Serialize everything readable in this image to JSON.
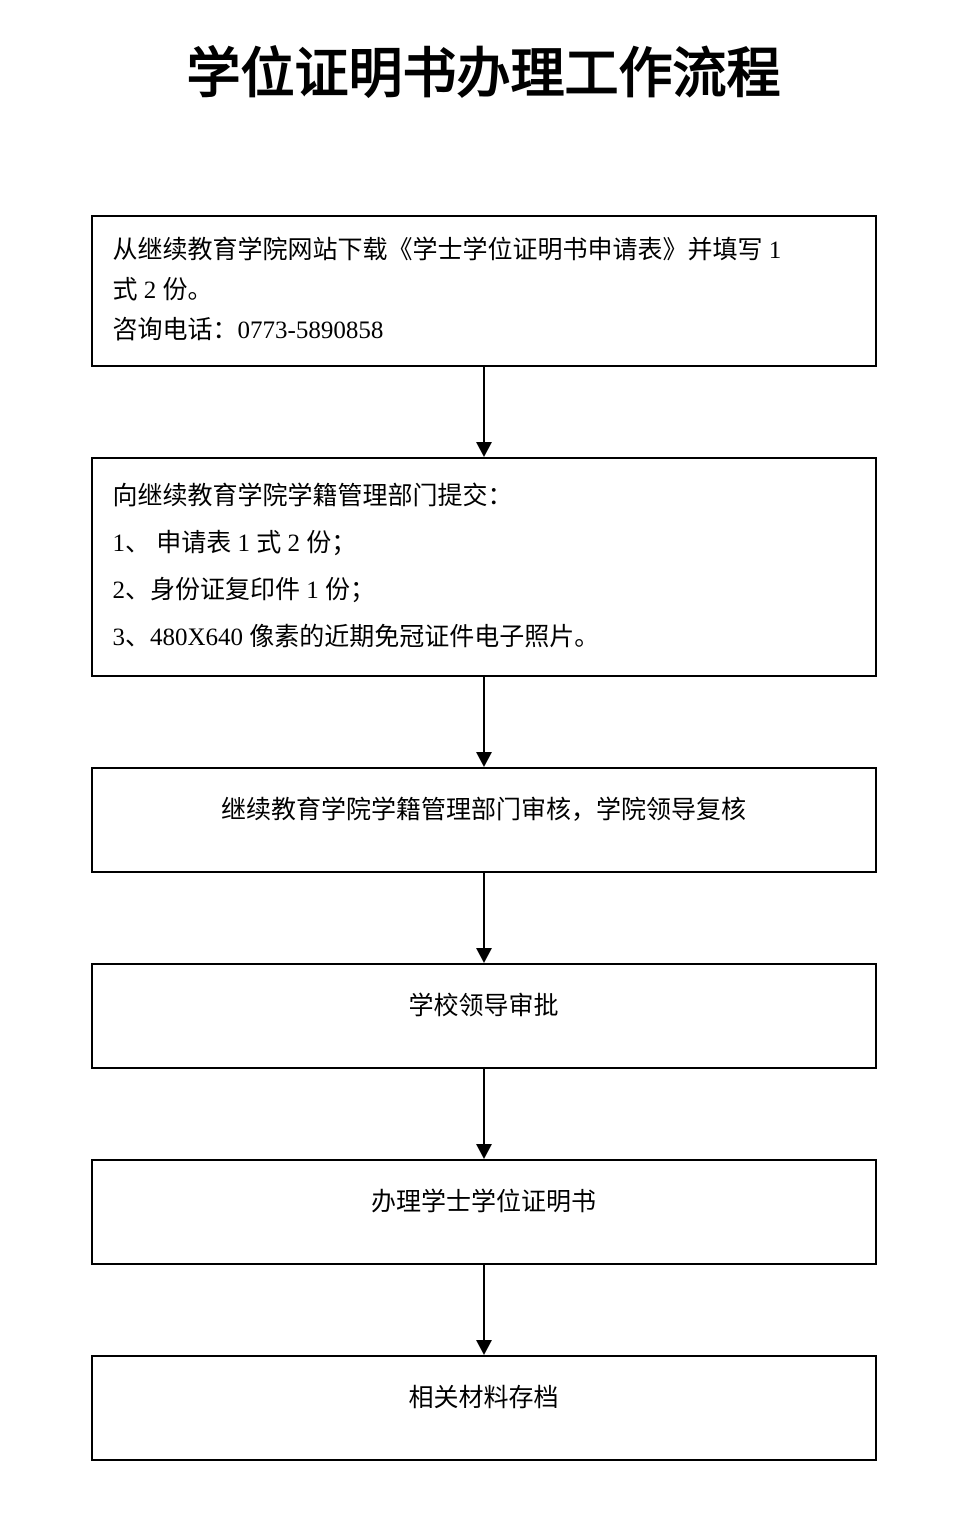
{
  "title": "学位证明书办理工作流程",
  "colors": {
    "background": "#ffffff",
    "border": "#000000",
    "text": "#000000"
  },
  "steps": [
    {
      "name": "download-form",
      "align": "left",
      "lines": [
        "从继续教育学院网站下载《学士学位证明书申请表》并填写 1",
        "式 2 份。",
        "咨询电话：0773-5890858"
      ]
    },
    {
      "name": "submit-materials",
      "align": "left",
      "lines": [
        "向继续教育学院学籍管理部门提交：",
        "1、 申请表 1 式 2 份；",
        "2、身份证复印件 1 份；",
        "3、480X640 像素的近期免冠证件电子照片。"
      ]
    },
    {
      "name": "department-review",
      "align": "center",
      "lines": [
        "继续教育学院学籍管理部门审核，学院领导复核"
      ]
    },
    {
      "name": "school-approval",
      "align": "center",
      "lines": [
        "学校领导审批"
      ]
    },
    {
      "name": "issue-certificate",
      "align": "center",
      "lines": [
        "办理学士学位证明书"
      ]
    },
    {
      "name": "archive-materials",
      "align": "center",
      "lines": [
        "相关材料存档"
      ]
    }
  ]
}
